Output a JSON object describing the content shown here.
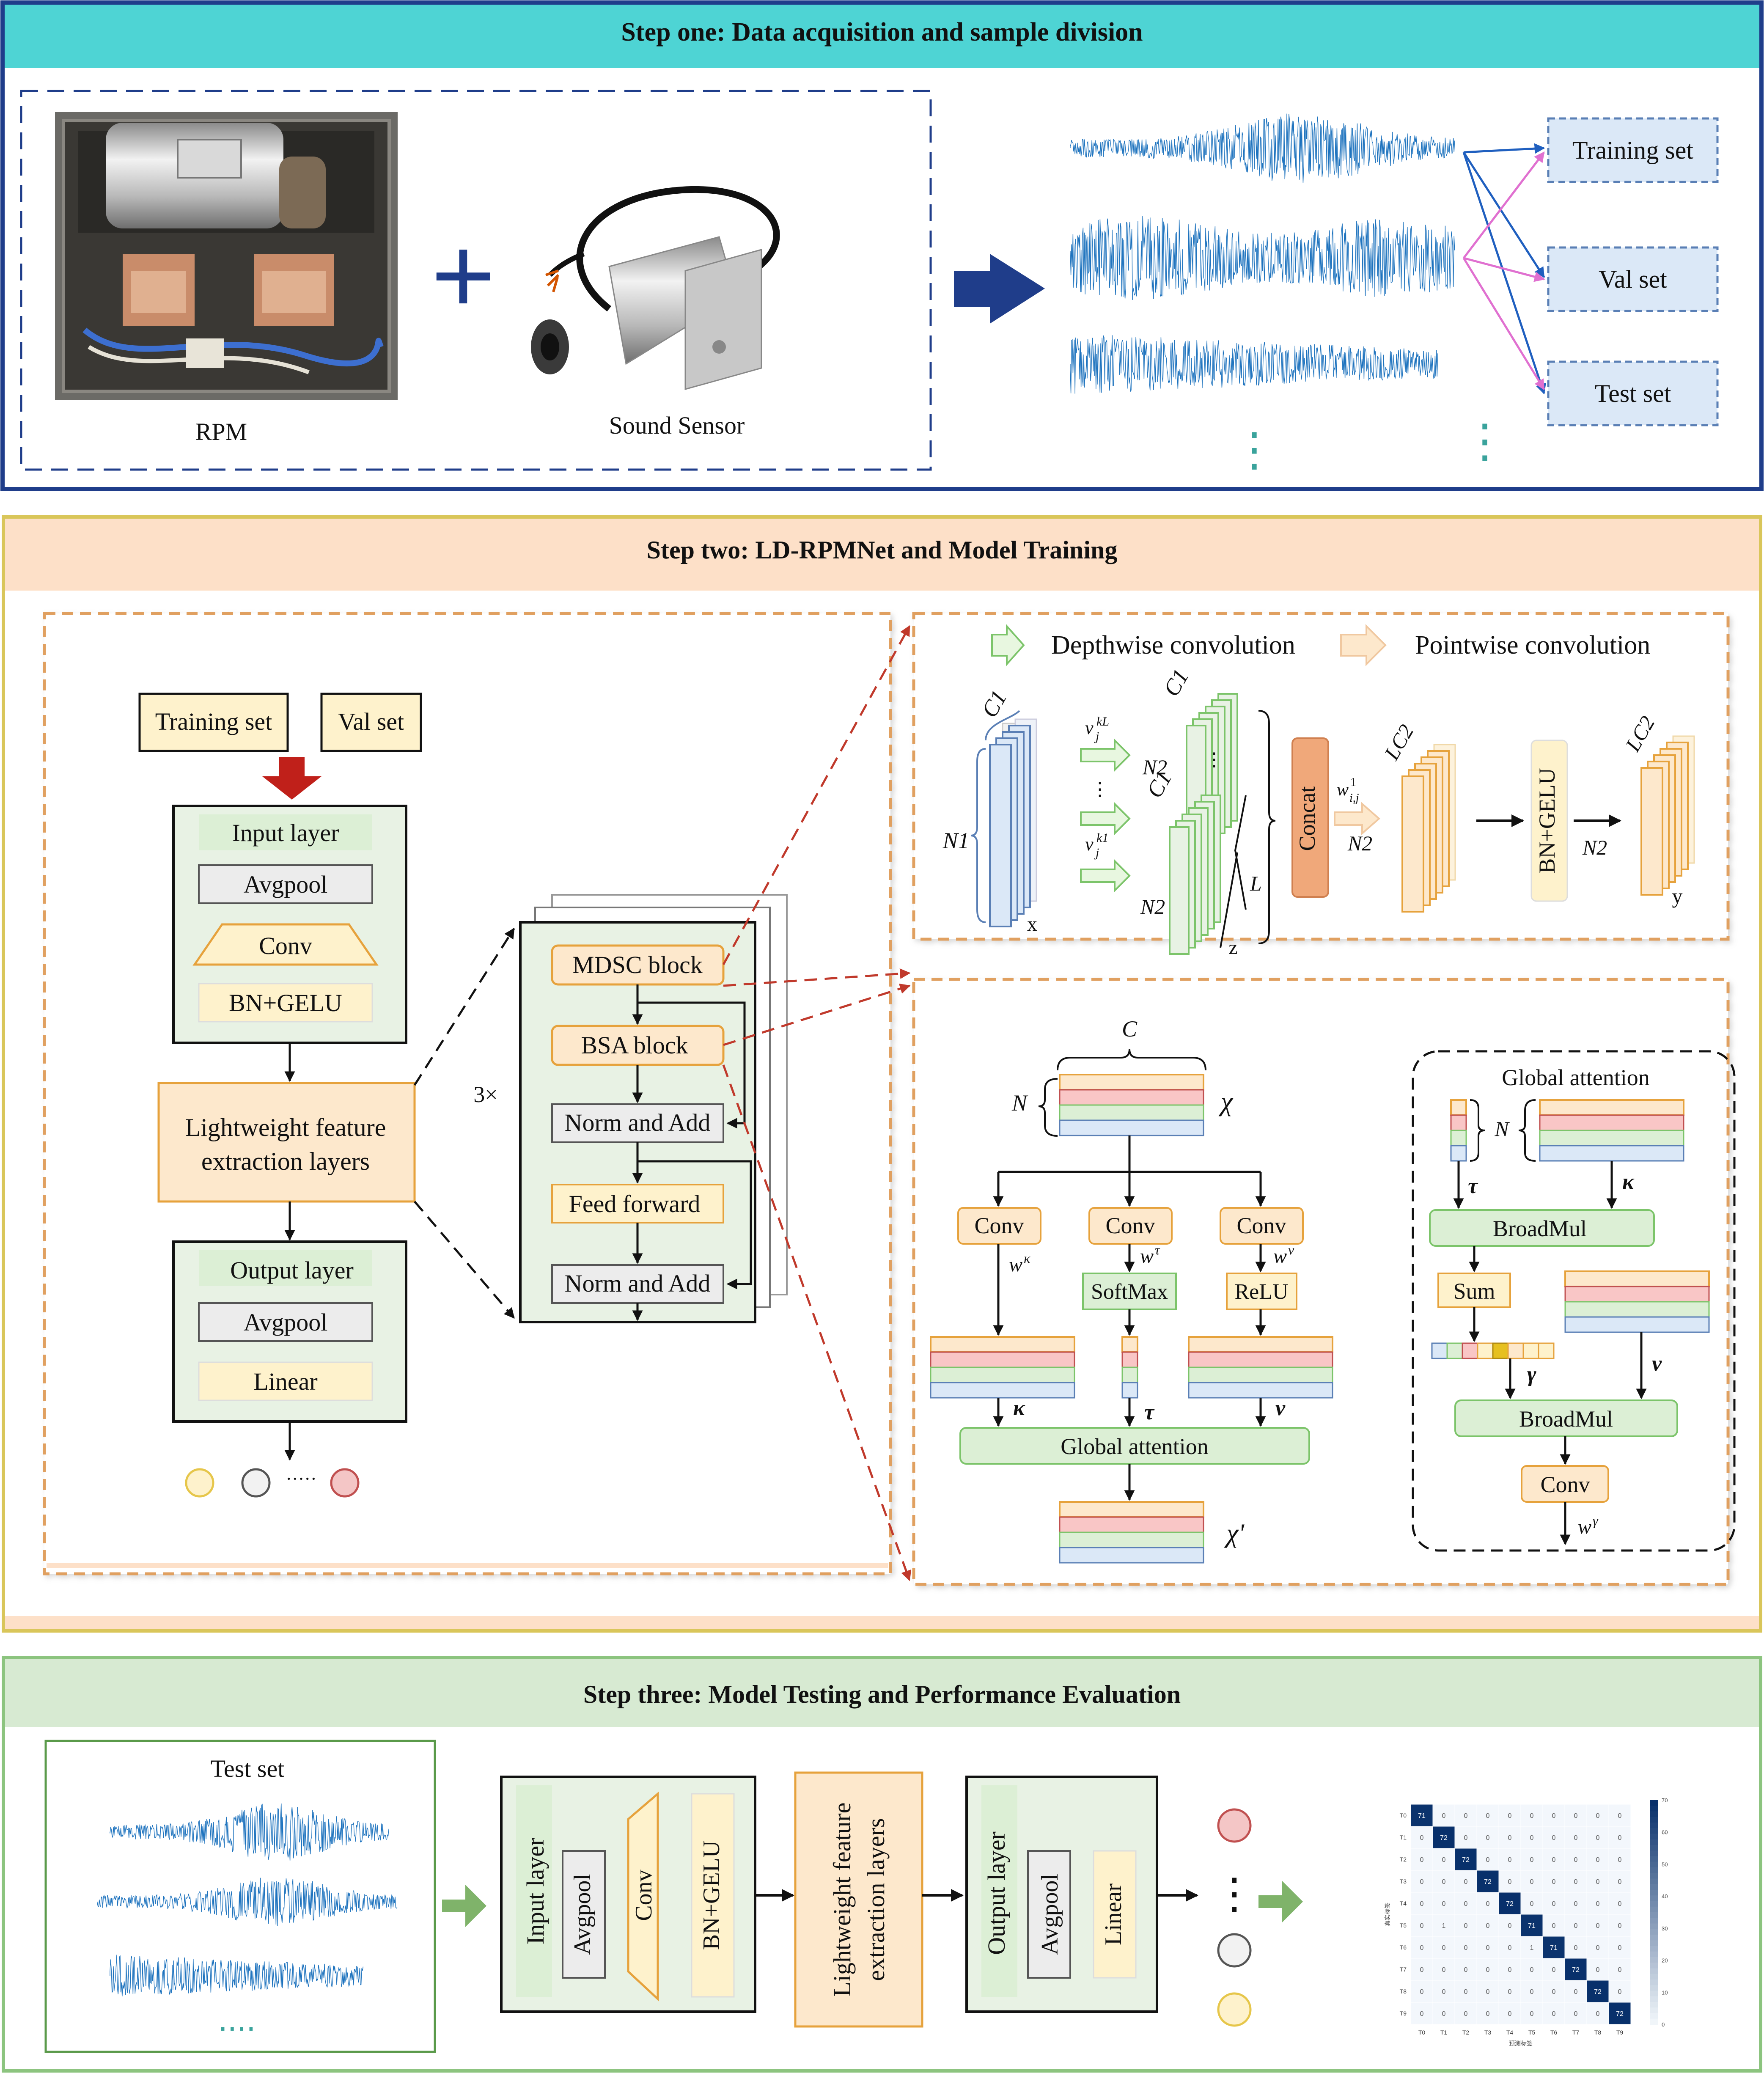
{
  "colors": {
    "step1_header": "#4ed4d4",
    "step1_border": "#1f3d8a",
    "step2_header": "#fde0c8",
    "step2_border": "#d9c65a",
    "step3_header": "#d7ead2",
    "step3_border": "#8cc47f",
    "signal_blue": "#1e73be",
    "arrow_navy": "#1f3d8a",
    "dashed_orange": "#e0a060",
    "block_orange_fill": "#fde8cc",
    "block_orange_stroke": "#e6a23c",
    "pale_green": "#e8f2e4",
    "red_arrow": "#c0392b"
  },
  "step1": {
    "title": "Step one: Data acquisition and sample division",
    "rpm_label": "RPM",
    "sensor_label": "Sound Sensor",
    "plus": "+",
    "sets": [
      "Training set",
      "Val set",
      "Test set"
    ],
    "dots": "⋮"
  },
  "step2": {
    "title": "Step two: LD-RPMNet and Model Training",
    "training_set": "Training set",
    "val_set": "Val set",
    "input_layer": "Input layer",
    "avgpool": "Avgpool",
    "conv": "Conv",
    "bn_gelu": "BN+GELU",
    "lightweight": [
      "Lightweight feature",
      "extraction layers"
    ],
    "output_layer": "Output layer",
    "linear": "Linear",
    "output_dots": "·····",
    "repeat": "3×",
    "mdsc": "MDSC block",
    "bsa": "BSA block",
    "norm_add": "Norm and Add",
    "feed_forward": "Feed forward",
    "mdsc_panel": {
      "legend_depthwise": "Depthwise convolution",
      "legend_pointwise": "Pointwise convolution",
      "c1": "C1",
      "n1": "N1",
      "n2": "N2",
      "x": "x",
      "z": "z",
      "L": "L",
      "lc2": "LC2",
      "y": "y",
      "v_top": "v",
      "v_top_sup": "kL",
      "v_bot": "v",
      "v_bot_sup": "k1",
      "v_sub": "j",
      "w_label": "w",
      "w_sup": "1",
      "w_sub": "i,j",
      "concat": "Concat",
      "bn_gelu": "BN+GELU",
      "vdots": "⋮"
    },
    "bsa_panel": {
      "C": "C",
      "N": "N",
      "chi": "χ",
      "chi_prime": "χ'",
      "conv": "Conv",
      "softmax": "SoftMax",
      "relu": "ReLU",
      "w_kappa": "w",
      "sup_kappa": "κ",
      "sup_tau": "τ",
      "sup_nu": "ν",
      "sup_gamma": "γ",
      "kappa": "κ",
      "tau": "τ",
      "nu": "ν",
      "gamma": "γ",
      "global_attention": "Global attention",
      "ga_title": "Global attention",
      "broadmul": "BroadMul",
      "sum": "Sum"
    }
  },
  "step3": {
    "title": "Step three: Model Testing and Performance Evaluation",
    "test_set": "Test set",
    "dots": "....",
    "input_layer": "Input layer",
    "avgpool": "Avgpool",
    "conv": "Conv",
    "bn_gelu": "BN+GELU",
    "lightweight": [
      "Lightweight feature",
      "extraction layers"
    ],
    "output_layer": "Output layer",
    "linear": "Linear",
    "output_dots": "⋮",
    "confusion": {
      "labels": [
        "T0",
        "T1",
        "T2",
        "T3",
        "T4",
        "T5",
        "T6",
        "T7",
        "T8",
        "T9"
      ],
      "diagonal": [
        71,
        72,
        72,
        72,
        72,
        71,
        71,
        72,
        72,
        72
      ],
      "off_diagonal": [
        {
          "row": 5,
          "col": 1,
          "value": 1
        },
        {
          "row": 6,
          "col": 5,
          "value": 1
        }
      ],
      "colorbar_ticks": [
        "70",
        "60",
        "50",
        "40",
        "30",
        "20",
        "10",
        "0"
      ],
      "xlabel": "预测标签",
      "ylabel": "真实标签"
    }
  }
}
